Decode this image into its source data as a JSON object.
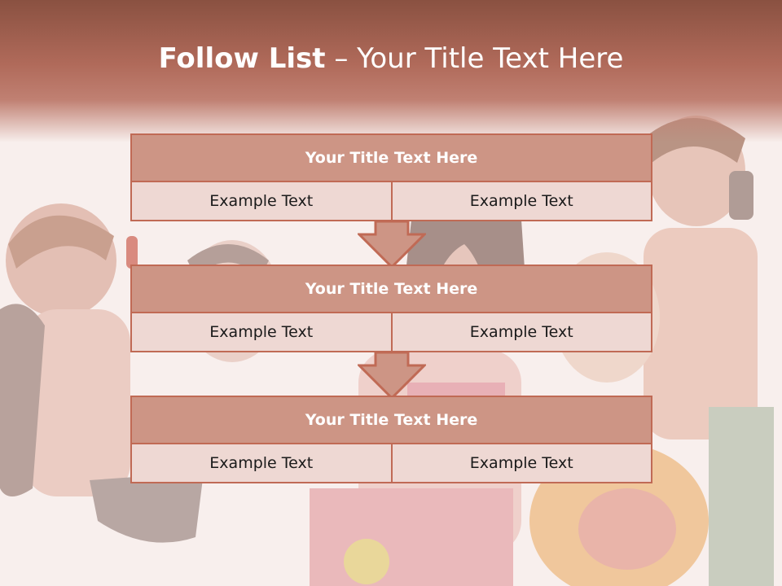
{
  "slide": {
    "title_bold": "Follow List",
    "title_rest": " – Your Title Text Here"
  },
  "steps": [
    {
      "title": "Your Title Text Here",
      "left": "Example Text",
      "right": "Example Text"
    },
    {
      "title": "Your Title Text Here",
      "left": "Example Text",
      "right": "Example Text"
    },
    {
      "title": "Your Title Text Here",
      "left": "Example Text",
      "right": "Example Text"
    }
  ],
  "colors": {
    "header_dark": "#8a5141",
    "box_border": "#c06a55",
    "box_head": "#cd9585",
    "box_cell": "#eed8d3"
  },
  "icons": {
    "connector": "down-arrow-icon"
  }
}
